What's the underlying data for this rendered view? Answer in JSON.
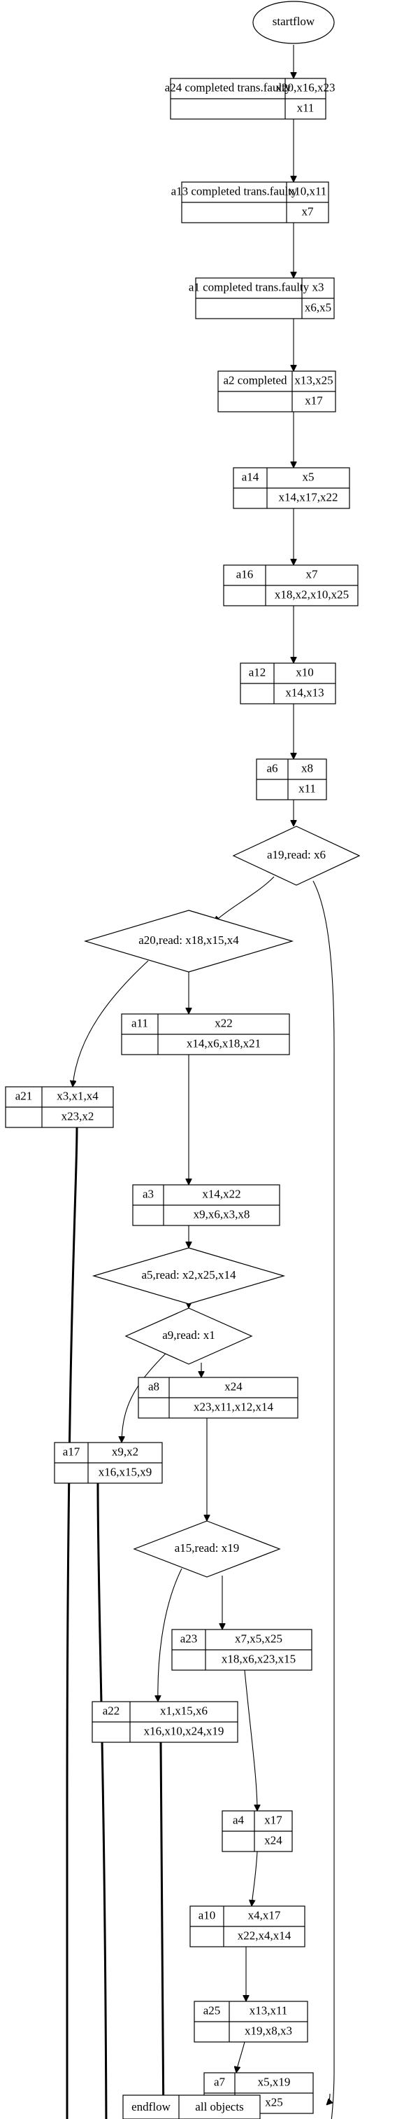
{
  "diagram": {
    "start": "startflow",
    "end_left": "endflow",
    "end_right": "all objects",
    "nodes": [
      {
        "id": "a24",
        "label": "a24 completed trans.faulty",
        "top": "x20,x16,x23",
        "bottom": "x11"
      },
      {
        "id": "a13",
        "label": "a13 completed trans.faulty",
        "top": "x10,x11",
        "bottom": "x7"
      },
      {
        "id": "a1",
        "label": "a1 completed trans.faulty",
        "top": "x3",
        "bottom": "x6,x5"
      },
      {
        "id": "a2",
        "label": "a2 completed",
        "top": "x13,x25",
        "bottom": "x17"
      },
      {
        "id": "a14",
        "label": "a14",
        "top": "x5",
        "bottom": "x14,x17,x22"
      },
      {
        "id": "a16",
        "label": "a16",
        "top": "x7",
        "bottom": "x18,x2,x10,x25"
      },
      {
        "id": "a12",
        "label": "a12",
        "top": "x10",
        "bottom": "x14,x13"
      },
      {
        "id": "a6",
        "label": "a6",
        "top": "x8",
        "bottom": "x11"
      },
      {
        "id": "a11",
        "label": "a11",
        "top": "x22",
        "bottom": "x14,x6,x18,x21"
      },
      {
        "id": "a21",
        "label": "a21",
        "top": "x3,x1,x4",
        "bottom": "x23,x2"
      },
      {
        "id": "a3",
        "label": "a3",
        "top": "x14,x22",
        "bottom": "x9,x6,x3,x8"
      },
      {
        "id": "a8",
        "label": "a8",
        "top": "x24",
        "bottom": "x23,x11,x12,x14"
      },
      {
        "id": "a17",
        "label": "a17",
        "top": "x9,x2",
        "bottom": "x16,x15,x9"
      },
      {
        "id": "a23",
        "label": "a23",
        "top": "x7,x5,x25",
        "bottom": "x18,x6,x23,x15"
      },
      {
        "id": "a22",
        "label": "a22",
        "top": "x1,x15,x6",
        "bottom": "x16,x10,x24,x19"
      },
      {
        "id": "a4",
        "label": "a4",
        "top": "x17",
        "bottom": "x24"
      },
      {
        "id": "a10",
        "label": "a10",
        "top": "x4,x17",
        "bottom": "x22,x4,x14"
      },
      {
        "id": "a25",
        "label": "a25",
        "top": "x13,x11",
        "bottom": "x19,x8,x3"
      },
      {
        "id": "a7",
        "label": "a7",
        "top": "x5,x19",
        "bottom": "x25"
      }
    ],
    "decisions": [
      {
        "id": "a19",
        "label": "a19,read: x6"
      },
      {
        "id": "a20",
        "label": "a20,read: x18,x15,x4"
      },
      {
        "id": "a5",
        "label": "a5,read: x2,x25,x14"
      },
      {
        "id": "a9",
        "label": "a9,read: x1"
      },
      {
        "id": "a15",
        "label": "a15,read: x19"
      }
    ]
  }
}
